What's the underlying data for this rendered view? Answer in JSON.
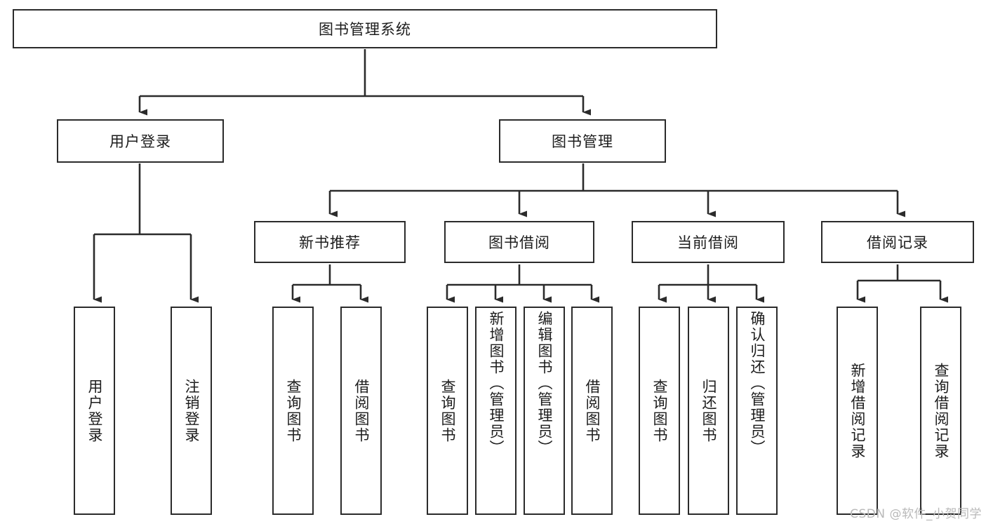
{
  "diagram": {
    "title": "图书管理系统",
    "type": "tree-hierarchy-diagram",
    "colors": {
      "box_border": "#2b2b2b",
      "connector": "#2b2b2b",
      "background": "#ffffff",
      "text": "#1c1c1c",
      "watermark": "#b9b9b9"
    },
    "root": {
      "label": "图书管理系统"
    },
    "level2": [
      {
        "label": "用户登录"
      },
      {
        "label": "图书管理"
      }
    ],
    "level3": [
      {
        "label": "新书推荐"
      },
      {
        "label": "图书借阅"
      },
      {
        "label": "当前借阅"
      },
      {
        "label": "借阅记录"
      }
    ],
    "leaves": {
      "user_login": [
        {
          "label": "用户登录"
        },
        {
          "label": "注销登录"
        }
      ],
      "new_book_recommend": [
        {
          "label": "查询图书"
        },
        {
          "label": "借阅图书"
        }
      ],
      "book_borrow": [
        {
          "label": "查询图书"
        },
        {
          "label": "新增图书（管理员）"
        },
        {
          "label": "编辑图书（管理员）"
        },
        {
          "label": "借阅图书"
        }
      ],
      "current_borrow": [
        {
          "label": "查询图书"
        },
        {
          "label": "归还图书"
        },
        {
          "label": "确认归还（管理员）"
        }
      ],
      "borrow_record": [
        {
          "label": "新增借阅记录"
        },
        {
          "label": "查询借阅记录"
        }
      ]
    }
  },
  "watermark": {
    "text": "CSDN @软件_小贺同学"
  }
}
